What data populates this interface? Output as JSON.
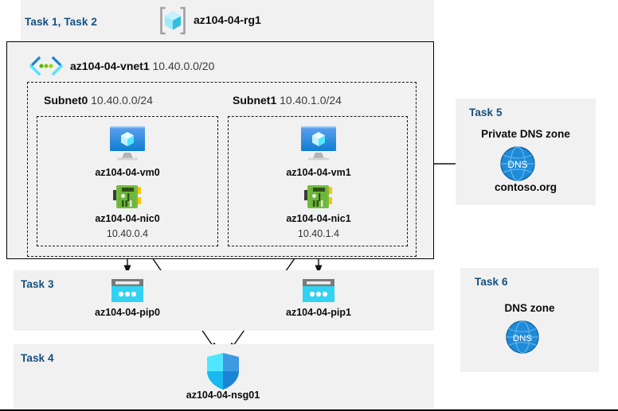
{
  "diagram": {
    "title_tasks_1_2": "Task 1, Task 2",
    "resource_group": {
      "icon": "resource-group-icon",
      "name": "az104-04-rg1"
    },
    "vnet": {
      "icon": "virtual-network-icon",
      "name": "az104-04-vnet1",
      "address_space": "10.40.0.0/20"
    },
    "subnets": [
      {
        "label": "Subnet0",
        "cidr": "10.40.0.0/24",
        "vm": {
          "icon": "virtual-machine-icon",
          "name": "az104-04-vm0"
        },
        "nic": {
          "icon": "network-interface-icon",
          "name": "az104-04-nic0",
          "private_ip": "10.40.0.4"
        }
      },
      {
        "label": "Subnet1",
        "cidr": "10.40.1.0/24",
        "vm": {
          "icon": "virtual-machine-icon",
          "name": "az104-04-vm1"
        },
        "nic": {
          "icon": "network-interface-icon",
          "name": "az104-04-nic1",
          "private_ip": "10.40.1.4"
        }
      }
    ],
    "task3": {
      "label": "Task 3",
      "public_ips": [
        {
          "icon": "public-ip-address-icon",
          "name": "az104-04-pip0"
        },
        {
          "icon": "public-ip-address-icon",
          "name": "az104-04-pip1"
        }
      ]
    },
    "task4": {
      "label": "Task 4",
      "nsg": {
        "icon": "network-security-group-icon",
        "name": "az104-04-nsg01"
      }
    },
    "task5": {
      "label": "Task 5",
      "zone_title": "Private DNS zone",
      "icon": "dns-zone-icon",
      "zone_name": "contoso.org"
    },
    "task6": {
      "label": "Task 6",
      "zone_title": "DNS zone",
      "icon": "dns-zone-icon"
    },
    "colors": {
      "panel_background": "#f1f1f1",
      "page_background": "#ffffff",
      "task_label": "#15507e",
      "dashed_border": "#1a1a1a",
      "azure_blue": "#0078d4",
      "cyan": "#32d2f2",
      "nic_green": "#6bb745",
      "connector": "#1a1a1a"
    }
  }
}
